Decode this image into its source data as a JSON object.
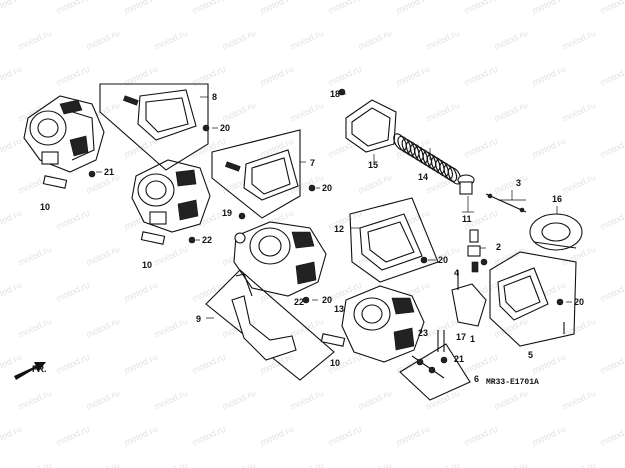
{
  "watermark": "motod.ru",
  "direction_label": "FR.",
  "diagram_code": "MR33-E1701A",
  "callouts": [
    "1",
    "2",
    "3",
    "4",
    "5",
    "6",
    "7",
    "8",
    "9",
    "10",
    "10",
    "10",
    "11",
    "12",
    "13",
    "14",
    "15",
    "16",
    "17",
    "18",
    "19",
    "20",
    "20",
    "20",
    "20",
    "20",
    "21",
    "21",
    "22",
    "22",
    "23"
  ]
}
